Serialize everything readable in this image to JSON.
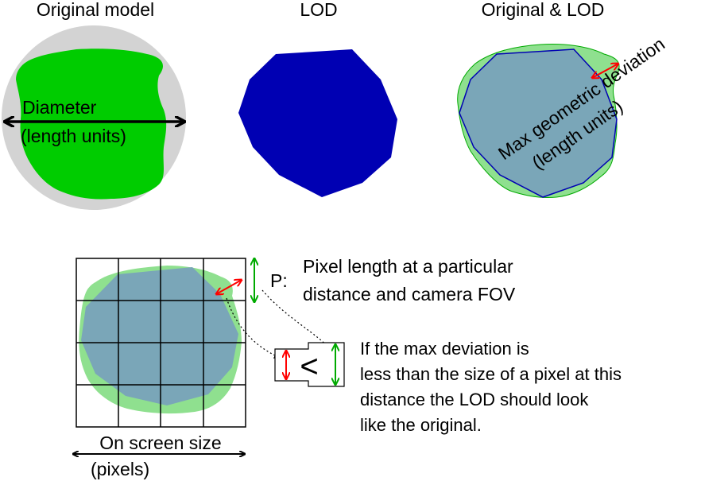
{
  "panels": {
    "original_title": "Original model",
    "lod_title": "LOD",
    "overlay_title": "Original & LOD"
  },
  "labels": {
    "diameter_line1": "Diameter",
    "diameter_line2": "(length units)",
    "deviation_line1": "Max geometric deviation",
    "deviation_line2": "(length units)",
    "pixel_symbol": "P:",
    "pixel_desc_line1": "Pixel length at a particular",
    "pixel_desc_line2": "distance and camera FOV",
    "less_than": "<",
    "explanation_line1": "If the max deviation is",
    "explanation_line2": "less than the size of a pixel at this",
    "explanation_line3": "distance the LOD should look",
    "explanation_line4": "like the original.",
    "screen_size_line1": "On screen size",
    "screen_size_line2": "(pixels)"
  },
  "colors": {
    "original_fill": "#00cc00",
    "bounding_circle": "#d3d3d3",
    "lod_fill": "#0000b3",
    "overlay_lod_fill": "#7aa6b8",
    "overlay_original_fill": "#8fe08f",
    "deviation_arrow": "#ff0000",
    "pixel_arrow": "#00aa00",
    "grid_line": "#000000"
  }
}
